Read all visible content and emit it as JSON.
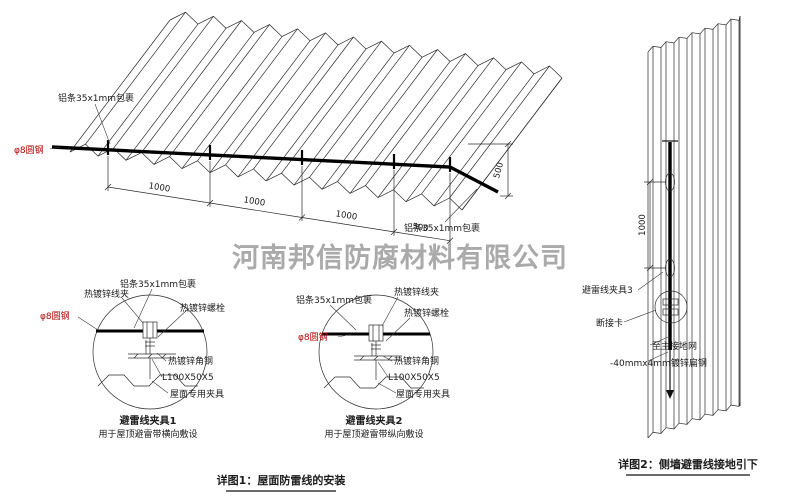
{
  "watermark": "河南邦信防腐材料有限公司",
  "roof": {
    "strip_label_top": "铝条35x1mm包裹",
    "rod_label": "φ8圆钢",
    "strip_label_right": "铝条35x1mm包裹",
    "dim_1": "1000",
    "dim_2": "1000",
    "dim_3": "1000",
    "dim_4": "500",
    "dim_right": "500"
  },
  "detail1": {
    "clamp_label": "热镀锌线夹",
    "strip_label": "铝条35x1mm包裹",
    "bolt_label": "热镀锌螺栓",
    "rod_label": "φ8圆钢",
    "angle_label": "热镀锌角钢",
    "angle_spec": "L100X50X5",
    "roof_clamp_label": "屋面专用夹具",
    "title": "避雷线夹具1",
    "subtitle": "用于屋顶避雷带横向敷设"
  },
  "detail2": {
    "strip_label": "铝条35x1mm包裹",
    "clamp_label": "热镀锌线夹",
    "bolt_label": "热镀锌螺栓",
    "rod_label": "φ8圆钢",
    "angle_label": "热镀锌角钢",
    "angle_spec": "L100X50X5",
    "roof_clamp_label": "屋面专用夹具",
    "title": "避雷线夹具2",
    "subtitle": "用于屋顶避雷带纵向敷设"
  },
  "wall": {
    "dim": "1000",
    "clamp_label": "避雷线夹具3",
    "disconnect_label": "断接卡",
    "ground_label": "至主接地网",
    "flat_steel_label": "-40mmx4mm镀锌扁钢"
  },
  "captions": {
    "detail1": "详图1：屋面防雷线的安装",
    "detail2": "详图2：侧墙避雷线接地引下"
  }
}
